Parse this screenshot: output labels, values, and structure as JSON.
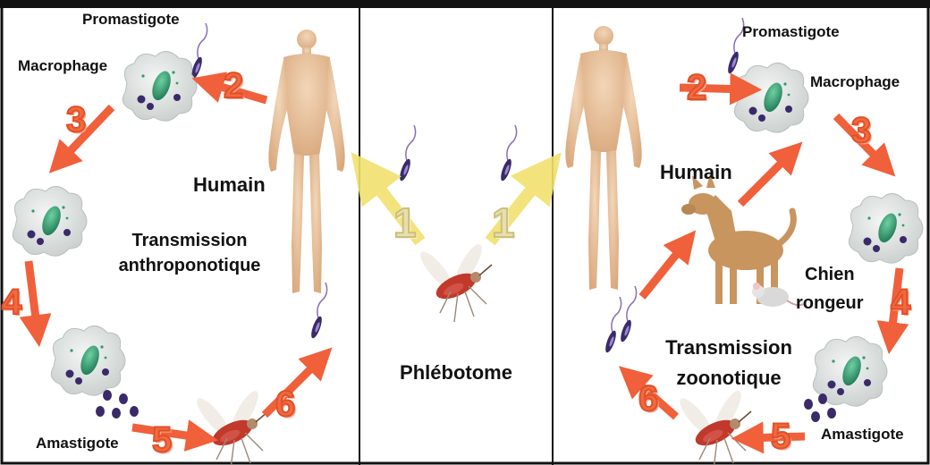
{
  "panels": {
    "left": {
      "promastigote": "Promastigote",
      "macrophage": "Macrophage",
      "humain": "Humain",
      "transmission": "Transmission",
      "transmission_type": "anthroponotique",
      "amastigote": "Amastigote"
    },
    "center": {
      "vector": "Phlébotome"
    },
    "right": {
      "promastigote": "Promastigote",
      "macrophage": "Macrophage",
      "humain": "Humain",
      "reservoir_1": "Chien",
      "reservoir_2": "rongeur",
      "transmission": "Transmission",
      "transmission_type": "zoonotique",
      "amastigote": "Amastigote"
    }
  },
  "steps": {
    "s1": "1",
    "s2": "2",
    "s3": "3",
    "s4": "4",
    "s5": "5",
    "s6": "6"
  },
  "colors": {
    "arrow_orange": "#f0603a",
    "arrow_yellow": "#f2e170",
    "skin": "#e8c4a0",
    "macrophage": "#dfe3e2",
    "nucleus": "#2f9a6e",
    "amastigote": "#3a2a6a",
    "mosquito_body": "#c0392b",
    "dog": "#c8955f",
    "border": "#111111"
  }
}
